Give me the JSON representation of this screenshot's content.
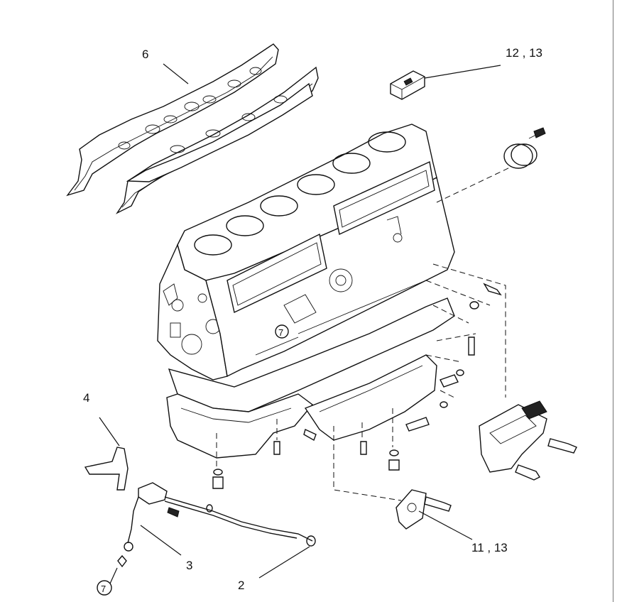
{
  "labels": {
    "part_6": "6",
    "part_12_13": "12 , 13",
    "part_4": "4",
    "part_3": "3",
    "part_2": "2",
    "part_11_13": "11 , 13",
    "circle_7_upper": "7",
    "circle_7_lower": "7"
  }
}
